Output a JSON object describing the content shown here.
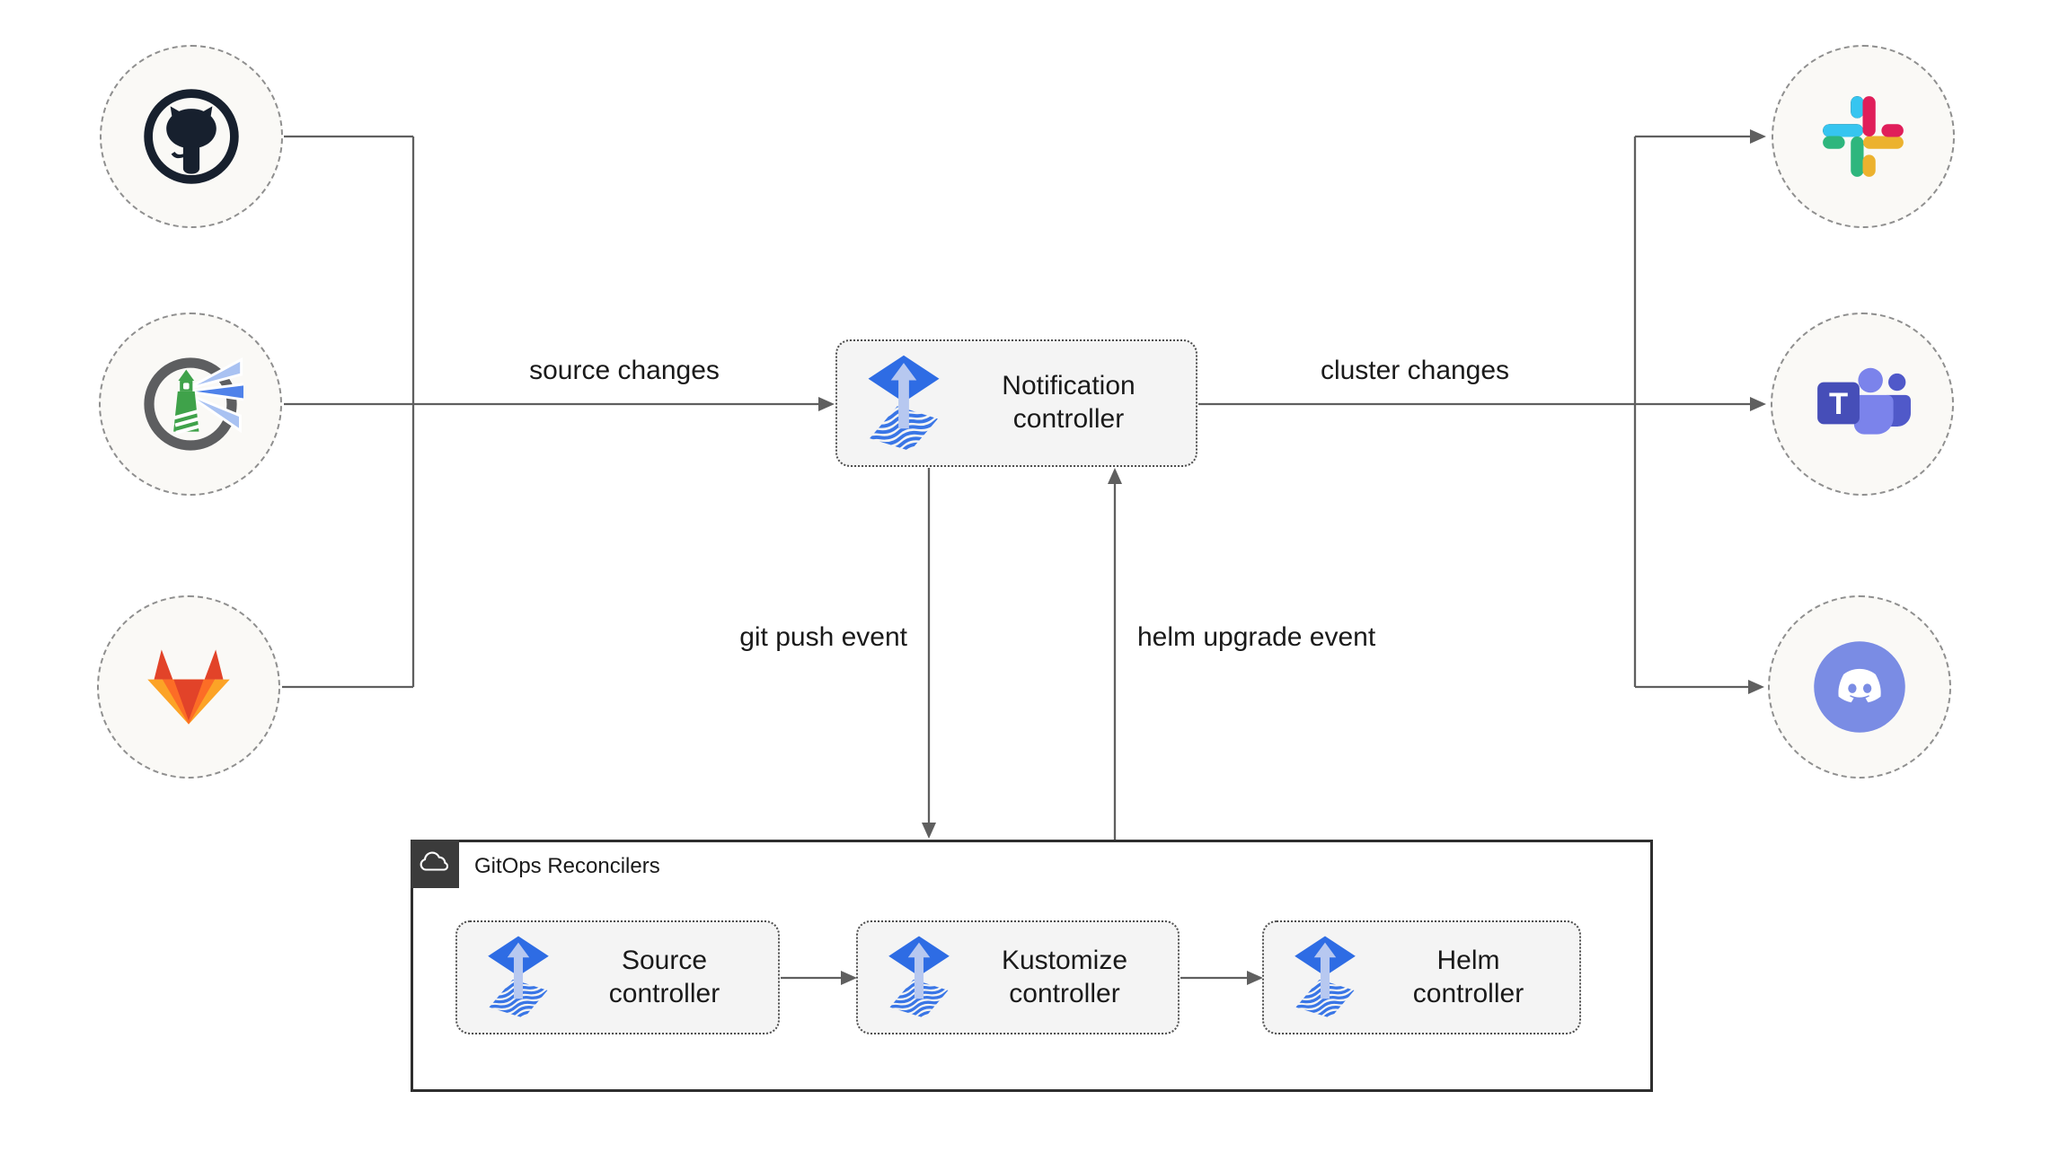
{
  "diagram": {
    "group": {
      "label": "GitOps Reconcilers"
    },
    "nodes": {
      "notification": {
        "label": "Notification controller"
      },
      "source": {
        "label": "Source controller"
      },
      "kustomize": {
        "label": "Kustomize controller"
      },
      "helm": {
        "label": "Helm controller"
      }
    },
    "edges": {
      "source_changes": {
        "label": "source changes"
      },
      "cluster_changes": {
        "label": "cluster changes"
      },
      "git_push": {
        "label": "git push event"
      },
      "helm_upgrade": {
        "label": "helm upgrade event"
      }
    },
    "icons": {
      "left_sources": [
        "github-icon",
        "harbor-icon",
        "gitlab-icon"
      ],
      "right_targets": [
        "slack-icon",
        "teams-icon",
        "discord-icon"
      ],
      "node_icon": "flux-icon",
      "group_icon": "cloud-icon"
    },
    "colors": {
      "connector": "#5f5f5f",
      "text": "#1a1a1a",
      "node_fill": "#f4f4f4",
      "node_border": "#4d4d4d",
      "circle_fill": "#faf9f6",
      "circle_border": "#8f8f8f",
      "group_border": "#2e2e2e",
      "group_label_bg": "#3b3b3b",
      "flux_blue": "#2e6ce4",
      "flux_stripe": "#3a76e6",
      "flux_arrow": "#b7c8f0",
      "github_dark": "#17202e",
      "harbor_gray": "#5d5e60",
      "harbor_green": "#3fa24a",
      "harbor_beam_light": "#a9c2f2",
      "harbor_beam_blue": "#4f82ea",
      "gitlab_red": "#e24329",
      "gitlab_orange": "#fc6d26",
      "gitlab_amber": "#fca326",
      "slack_blue": "#36c5f0",
      "slack_green": "#2eb67d",
      "slack_yellow": "#ecb22e",
      "slack_red": "#e01e5a",
      "teams_dark": "#464eb8",
      "teams_mid": "#5059c9",
      "teams_light": "#7b83eb",
      "discord_blurple": "#7a8ce4"
    }
  }
}
